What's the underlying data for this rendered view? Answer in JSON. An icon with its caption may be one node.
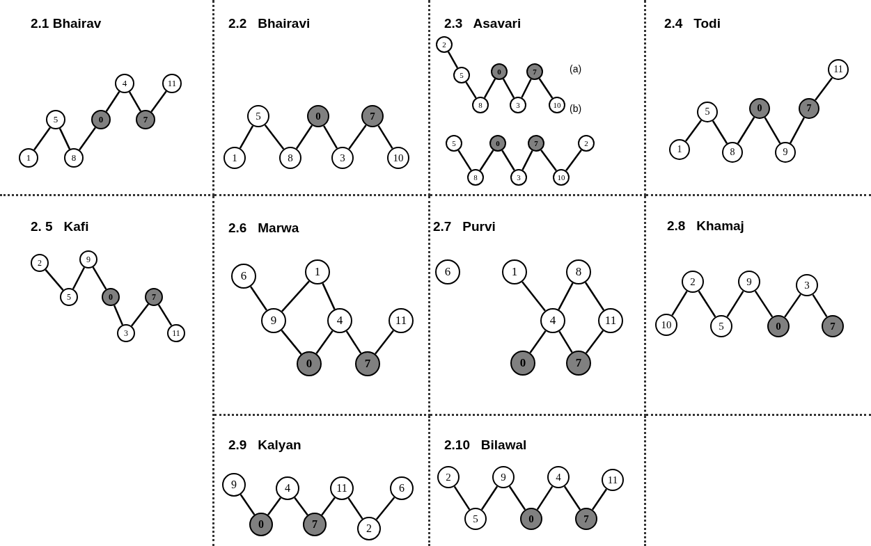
{
  "diagram": {
    "nodes": [
      {
        "text": [
          "2.1 Bhairav"
        ]
      },
      {
        "text": [
          "1"
        ],
        "in": 0
      },
      {
        "text": [
          "5"
        ],
        "in": 0
      },
      {
        "text": [
          "8"
        ],
        "in": 0
      },
      {
        "text": [
          "0"
        ],
        "in": 0
      },
      {
        "text": [
          "4"
        ],
        "in": 0
      },
      {
        "text": [
          "7"
        ],
        "in": 0
      },
      {
        "text": [
          "11"
        ],
        "in": 0
      },
      {
        "text": [
          "2.2   Bhairavi"
        ]
      },
      {
        "text": [
          "1"
        ],
        "in": 8
      },
      {
        "text": [
          "5"
        ],
        "in": 8
      },
      {
        "text": [
          "8"
        ],
        "in": 8
      },
      {
        "text": [
          "0"
        ],
        "in": 8
      },
      {
        "text": [
          "3"
        ],
        "in": 8
      },
      {
        "text": [
          "7"
        ],
        "in": 8
      },
      {
        "text": [
          "10"
        ],
        "in": 8
      },
      {
        "text": [
          "2.3   Asavari"
        ]
      },
      {
        "text": [
          "2"
        ],
        "in": 16
      },
      {
        "text": [
          "5"
        ],
        "in": 16
      },
      {
        "text": [
          "8"
        ],
        "in": 16
      },
      {
        "text": [
          "0"
        ],
        "in": 16
      },
      {
        "text": [
          "3"
        ],
        "in": 16
      },
      {
        "text": [
          "7"
        ],
        "in": 16
      },
      {
        "text": [
          "10"
        ],
        "in": 16
      },
      {
        "text": [
          "5"
        ],
        "in": 16
      },
      {
        "text": [
          "8"
        ],
        "in": 16
      },
      {
        "text": [
          "0"
        ],
        "in": 16
      },
      {
        "text": [
          "3"
        ],
        "in": 16
      },
      {
        "text": [
          "7"
        ],
        "in": 16
      },
      {
        "text": [
          "10"
        ],
        "in": 16
      },
      {
        "text": [
          "2"
        ],
        "in": 16
      },
      {
        "text": [
          "2.4   Todi"
        ]
      },
      {
        "text": [
          "1"
        ],
        "in": 31
      },
      {
        "text": [
          "5"
        ],
        "in": 31
      },
      {
        "text": [
          "8"
        ],
        "in": 31
      },
      {
        "text": [
          "0"
        ],
        "in": 31
      },
      {
        "text": [
          "9"
        ],
        "in": 31
      },
      {
        "text": [
          "7"
        ],
        "in": 31
      },
      {
        "text": [
          "11"
        ],
        "in": 31
      },
      {
        "text": [
          "2. 5   Kafi"
        ]
      },
      {
        "text": [
          "2"
        ],
        "in": 39
      },
      {
        "text": [
          "5"
        ],
        "in": 39
      },
      {
        "text": [
          "9"
        ],
        "in": 39
      },
      {
        "text": [
          "0"
        ],
        "in": 39
      },
      {
        "text": [
          "3"
        ],
        "in": 39
      },
      {
        "text": [
          "7"
        ],
        "in": 39
      },
      {
        "text": [
          "11"
        ],
        "in": 39
      },
      {
        "text": [
          "2.6   Marwa"
        ]
      },
      {
        "text": [
          "6"
        ],
        "in": 47
      },
      {
        "text": [
          "9"
        ],
        "in": 47
      },
      {
        "text": [
          "1"
        ],
        "in": 47
      },
      {
        "text": [
          "0"
        ],
        "in": 47
      },
      {
        "text": [
          "4"
        ],
        "in": 47
      },
      {
        "text": [
          "7"
        ],
        "in": 47
      },
      {
        "text": [
          "11"
        ],
        "in": 47
      },
      {
        "text": [
          "2.7   Purvi"
        ]
      },
      {
        "text": [
          "6"
        ],
        "in": 55
      },
      {
        "text": [
          "1"
        ],
        "in": 55
      },
      {
        "text": [
          "0"
        ],
        "in": 55
      },
      {
        "text": [
          "4"
        ],
        "in": 55
      },
      {
        "text": [
          "8"
        ],
        "in": 55
      },
      {
        "text": [
          "7"
        ],
        "in": 55
      },
      {
        "text": [
          "11"
        ],
        "in": 55
      },
      {
        "text": [
          "2.8   Khamaj"
        ]
      },
      {
        "text": [
          "10"
        ],
        "in": 63
      },
      {
        "text": [
          "2"
        ],
        "in": 63
      },
      {
        "text": [
          "5"
        ],
        "in": 63
      },
      {
        "text": [
          "9"
        ],
        "in": 63
      },
      {
        "text": [
          "0"
        ],
        "in": 63
      },
      {
        "text": [
          "3"
        ],
        "in": 63
      },
      {
        "text": [
          "7"
        ],
        "in": 63
      },
      {
        "text": [
          "2.9   Kalyan"
        ]
      },
      {
        "text": [
          "9"
        ],
        "in": 71
      },
      {
        "text": [
          "0"
        ],
        "in": 71
      },
      {
        "text": [
          "4"
        ],
        "in": 71
      },
      {
        "text": [
          "7"
        ],
        "in": 71
      },
      {
        "text": [
          "11"
        ],
        "in": 71
      },
      {
        "text": [
          "2"
        ],
        "in": 71
      },
      {
        "text": [
          "6"
        ],
        "in": 71
      },
      {
        "text": [
          "2.10   Bilawal"
        ]
      },
      {
        "text": [
          "2"
        ],
        "in": 79
      },
      {
        "text": [
          "5"
        ],
        "in": 79
      },
      {
        "text": [
          "9"
        ],
        "in": 79
      },
      {
        "text": [
          "0"
        ],
        "in": 79
      },
      {
        "text": [
          "4"
        ],
        "in": 79
      },
      {
        "text": [
          "7"
        ],
        "in": 79
      },
      {
        "text": [
          "11"
        ],
        "in": 79
      }
    ],
    "edges": [
      {
        "from": 1,
        "to": 2,
        "arrow": "none"
      },
      {
        "from": 2,
        "to": 3,
        "arrow": "none"
      },
      {
        "from": 3,
        "to": 4,
        "arrow": "none"
      },
      {
        "from": 4,
        "to": 5,
        "arrow": "none"
      },
      {
        "from": 5,
        "to": 6,
        "arrow": "none"
      },
      {
        "from": 6,
        "to": 7,
        "arrow": "none"
      },
      {
        "from": 9,
        "to": 10,
        "arrow": "none"
      },
      {
        "from": 10,
        "to": 11,
        "arrow": "none"
      },
      {
        "from": 11,
        "to": 12,
        "arrow": "none"
      },
      {
        "from": 12,
        "to": 13,
        "arrow": "none"
      },
      {
        "from": 13,
        "to": 14,
        "arrow": "none"
      },
      {
        "from": 14,
        "to": 15,
        "arrow": "none"
      },
      {
        "from": 17,
        "to": 18,
        "arrow": "none"
      },
      {
        "from": 18,
        "to": 19,
        "arrow": "none"
      },
      {
        "from": 19,
        "to": 20,
        "arrow": "none"
      },
      {
        "from": 20,
        "to": 21,
        "arrow": "none"
      },
      {
        "from": 21,
        "to": 22,
        "arrow": "none"
      },
      {
        "from": 22,
        "to": 23,
        "arrow": "none"
      },
      {
        "from": 24,
        "to": 25,
        "arrow": "none"
      },
      {
        "from": 25,
        "to": 26,
        "arrow": "none"
      },
      {
        "from": 26,
        "to": 27,
        "arrow": "none"
      },
      {
        "from": 27,
        "to": 28,
        "arrow": "none"
      },
      {
        "from": 28,
        "to": 29,
        "arrow": "none"
      },
      {
        "from": 29,
        "to": 30,
        "arrow": "none"
      },
      {
        "from": 32,
        "to": 33,
        "arrow": "none"
      },
      {
        "from": 33,
        "to": 34,
        "arrow": "none"
      },
      {
        "from": 34,
        "to": 35,
        "arrow": "none"
      },
      {
        "from": 35,
        "to": 36,
        "arrow": "none"
      },
      {
        "from": 36,
        "to": 37,
        "arrow": "none"
      },
      {
        "from": 37,
        "to": 38,
        "arrow": "none"
      },
      {
        "from": 40,
        "to": 41,
        "arrow": "none"
      },
      {
        "from": 41,
        "to": 42,
        "arrow": "none"
      },
      {
        "from": 42,
        "to": 43,
        "arrow": "none"
      },
      {
        "from": 43,
        "to": 44,
        "arrow": "none"
      },
      {
        "from": 44,
        "to": 45,
        "arrow": "none"
      },
      {
        "from": 45,
        "to": 46,
        "arrow": "none"
      },
      {
        "from": 48,
        "to": 49,
        "arrow": "none"
      },
      {
        "from": 49,
        "to": 50,
        "arrow": "none"
      },
      {
        "from": 50,
        "to": 52,
        "arrow": "none"
      },
      {
        "from": 49,
        "to": 51,
        "arrow": "none"
      },
      {
        "from": 51,
        "to": 52,
        "arrow": "none"
      },
      {
        "from": 52,
        "to": 53,
        "arrow": "none"
      },
      {
        "from": 53,
        "to": 54,
        "arrow": "none"
      },
      {
        "from": 57,
        "to": 59,
        "arrow": "none"
      },
      {
        "from": 60,
        "to": 59,
        "arrow": "none"
      },
      {
        "from": 60,
        "to": 62,
        "arrow": "none"
      },
      {
        "from": 59,
        "to": 58,
        "arrow": "none"
      },
      {
        "from": 59,
        "to": 61,
        "arrow": "none"
      },
      {
        "from": 62,
        "to": 61,
        "arrow": "none"
      },
      {
        "from": 64,
        "to": 65,
        "arrow": "none"
      },
      {
        "from": 65,
        "to": 66,
        "arrow": "none"
      },
      {
        "from": 66,
        "to": 67,
        "arrow": "none"
      },
      {
        "from": 67,
        "to": 68,
        "arrow": "none"
      },
      {
        "from": 68,
        "to": 69,
        "arrow": "none"
      },
      {
        "from": 69,
        "to": 70,
        "arrow": "none"
      },
      {
        "from": 72,
        "to": 73,
        "arrow": "none"
      },
      {
        "from": 73,
        "to": 74,
        "arrow": "none"
      },
      {
        "from": 74,
        "to": 75,
        "arrow": "none"
      },
      {
        "from": 75,
        "to": 76,
        "arrow": "none"
      },
      {
        "from": 76,
        "to": 77,
        "arrow": "none"
      },
      {
        "from": 77,
        "to": 78,
        "arrow": "none"
      },
      {
        "from": 80,
        "to": 81,
        "arrow": "none"
      },
      {
        "from": 81,
        "to": 82,
        "arrow": "none"
      },
      {
        "from": 82,
        "to": 83,
        "arrow": "none"
      },
      {
        "from": 83,
        "to": 84,
        "arrow": "none"
      },
      {
        "from": 84,
        "to": 85,
        "arrow": "none"
      },
      {
        "from": 85,
        "to": 86,
        "arrow": "none"
      }
    ],
    "labels": [
      "(a)",
      "(b)"
    ]
  }
}
